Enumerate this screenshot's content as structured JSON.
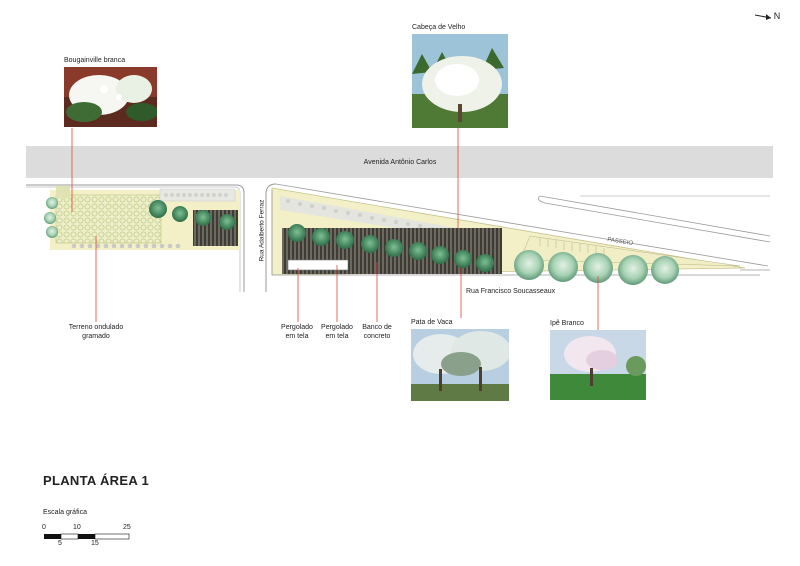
{
  "north_label": "N",
  "street_avenue": "Avenida Antônio Carlos",
  "street_adalberto": "Rua Adalberto Ferraz",
  "street_francisco": "Rua Francisco Soucasseaux",
  "passeio": "PASSEIO",
  "labels": {
    "bougainville": "Bougainville branca",
    "cabeca": "Cabeça de Velho",
    "terreno": [
      "Terreno ondulado",
      "gramado"
    ],
    "pergolado1": [
      "Pergolado",
      "em tela"
    ],
    "pergolado2": [
      "Pergolado",
      "em tela"
    ],
    "banco": [
      "Banco de",
      "concreto"
    ],
    "pata": "Pata de Vaca",
    "ipe": "Ipê Branco"
  },
  "title": "PLANTA ÁREA 1",
  "scale": {
    "title": "Escala gráfica",
    "top_ticks": [
      "0",
      "10",
      "25"
    ],
    "bottom_ticks": [
      "5",
      "15"
    ]
  },
  "colors": {
    "street": "#dcdcdc",
    "lawn": "#f3f0c8",
    "grid": "#d7dc9c",
    "tree": "#8fc4a4",
    "leader": "#e0483c",
    "deck": "#5a5a52"
  }
}
